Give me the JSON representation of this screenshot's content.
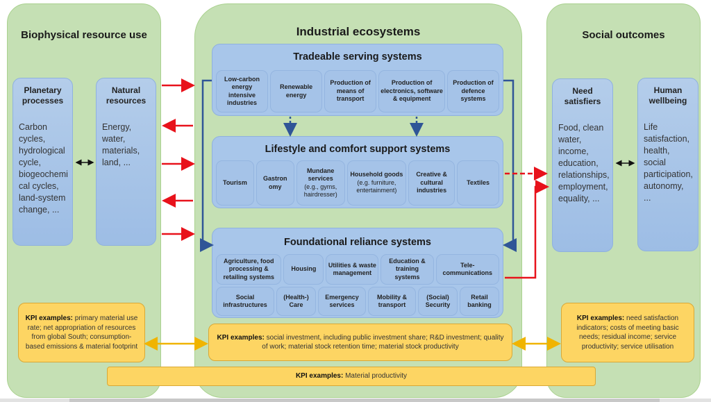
{
  "panels": {
    "left": {
      "title": "Biophysical resource use",
      "boxes": [
        {
          "title": "Planetary processes",
          "desc": "Carbon cycles, hydrological cycle, biogeochemi cal cycles, land-system change, ..."
        },
        {
          "title": "Natural resources",
          "desc": "Energy, water, materials, land, ..."
        }
      ],
      "kpi": {
        "label": "KPI examples:",
        "text": " primary material use rate; net appropriation of resources from global South; consumption-based emissions & material footprint"
      }
    },
    "center": {
      "title": "Industrial ecosystems",
      "systems": [
        {
          "title": "Tradeable serving systems",
          "cells": [
            "Low-carbon energy intensive industries",
            "Renewable energy",
            "Production of means of transport",
            "Production of electronics, software & equipment",
            "Production of defence systems"
          ]
        },
        {
          "title": "Lifestyle and comfort support systems",
          "cells": [
            {
              "main": "Tourism",
              "sub": ""
            },
            {
              "main": "Gastron omy",
              "sub": ""
            },
            {
              "main": "Mundane services",
              "sub": "(e.g., gyms, hairdresser)"
            },
            {
              "main": "Household goods",
              "sub": "(e.g. furniture, entertainment)"
            },
            {
              "main": "Creative & cultural industries",
              "sub": ""
            },
            {
              "main": "Textiles",
              "sub": ""
            }
          ]
        },
        {
          "title": "Foundational reliance systems",
          "row1": [
            "Agriculture, food processing & retailing systems",
            "Housing",
            "Utilities & waste management",
            "Education & training systems",
            "Tele-communications"
          ],
          "row2": [
            "Social infrastructures",
            "(Health-) Care",
            "Emergency services",
            "Mobility & transport",
            "(Social) Security",
            "Retail banking"
          ]
        }
      ],
      "kpi": {
        "label": "KPI examples:",
        "text": " social investment, including public investment share; R&D investment; quality of work; material stock retention time; material stock productivity"
      }
    },
    "right": {
      "title": "Social outcomes",
      "boxes": [
        {
          "title": "Need satisfiers",
          "desc": "Food, clean water, income, education, relationships, employment, equality, ..."
        },
        {
          "title": "Human wellbeing",
          "desc": "Life satisfaction, health, social participation, autonomy, ..."
        }
      ],
      "kpi": {
        "label": "KPI examples:",
        "text": " need satisfaction indicators; costs of meeting basic needs; residual income; service productivity; service utilisation"
      }
    }
  },
  "bottom_kpi": {
    "label": "KPI examples:",
    "text": " Material productivity"
  },
  "colors": {
    "panel_green": "#c5e0b4",
    "box_blue": "#a8c6ea",
    "kpi_yellow": "#fdd563",
    "arrow_red": "#e8121b",
    "arrow_blue": "#2f5597",
    "arrow_yellow": "#f0b400"
  }
}
